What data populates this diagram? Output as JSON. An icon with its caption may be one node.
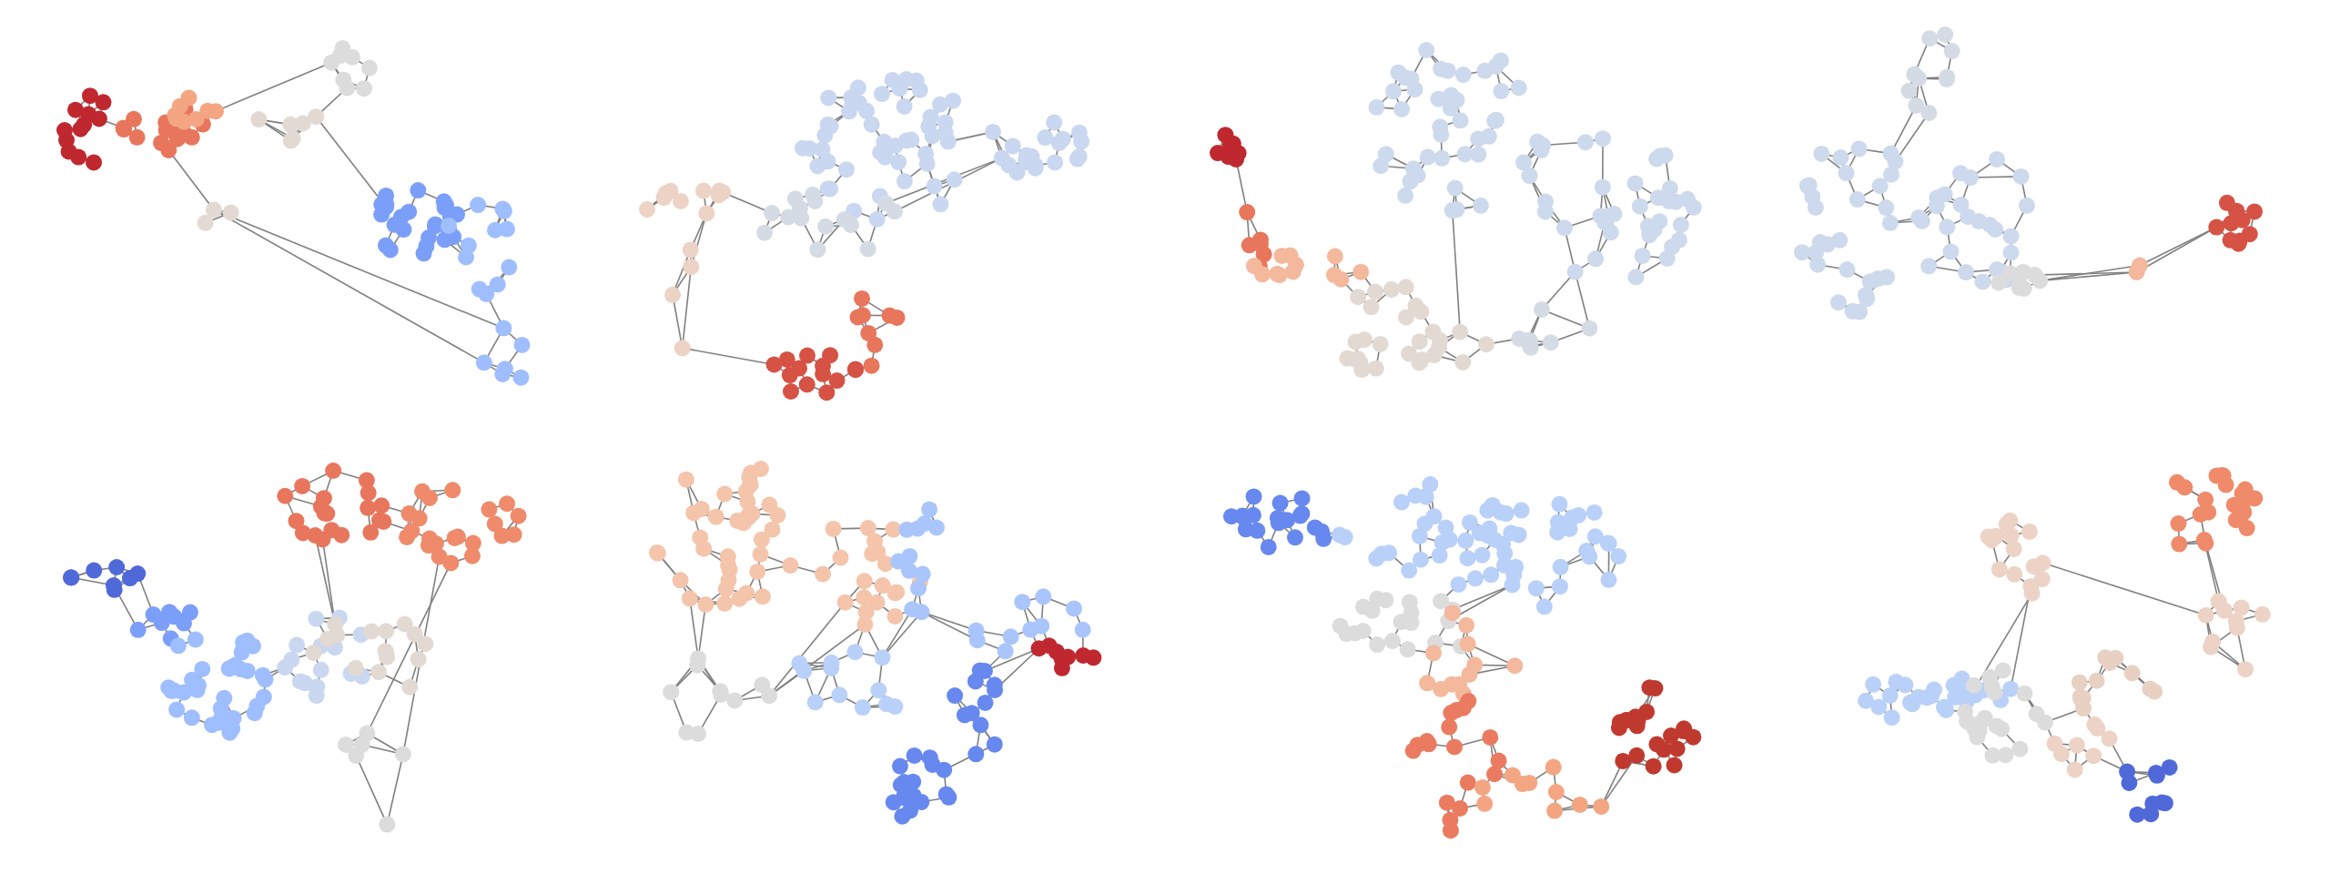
{
  "diagram": {
    "nodes": [
      {
        "text": [],
        "shape": "network"
      },
      {
        "text": [],
        "shape": "network"
      },
      {
        "text": [],
        "shape": "network"
      },
      {
        "text": [],
        "shape": "network"
      },
      {
        "text": [],
        "shape": "network"
      },
      {
        "text": [],
        "shape": "network"
      },
      {
        "text": [],
        "shape": "network"
      },
      {
        "text": [],
        "shape": "network"
      }
    ]
  }
}
